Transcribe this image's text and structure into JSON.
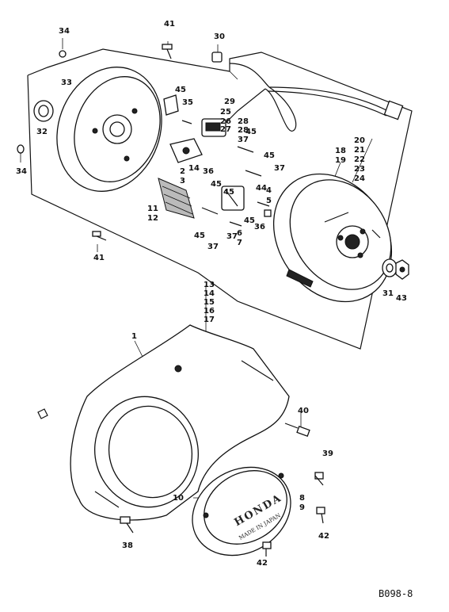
{
  "diagram_code": "B098-8",
  "brand_marking": "HONDA",
  "cover_marking": "MADE IN JAPAN",
  "callouts": [
    {
      "id": "c41a",
      "text": "41"
    },
    {
      "id": "c30",
      "text": "30"
    },
    {
      "id": "c34a",
      "text": "34"
    },
    {
      "id": "c33",
      "text": "33"
    },
    {
      "id": "c32",
      "text": "32"
    },
    {
      "id": "c34b",
      "text": "34"
    },
    {
      "id": "c45a",
      "text": "45"
    },
    {
      "id": "c35",
      "text": "35"
    },
    {
      "id": "c25",
      "text": "25"
    },
    {
      "id": "c26",
      "text": "26"
    },
    {
      "id": "c27",
      "text": "27"
    },
    {
      "id": "c28",
      "text": "28"
    },
    {
      "id": "c29",
      "text": "29"
    },
    {
      "id": "c28b",
      "text": "28"
    },
    {
      "id": "c45b",
      "text": "45"
    },
    {
      "id": "c37a",
      "text": "37"
    },
    {
      "id": "c45c",
      "text": "45"
    },
    {
      "id": "c37b",
      "text": "37"
    },
    {
      "id": "c2",
      "text": "2"
    },
    {
      "id": "c14",
      "text": "14"
    },
    {
      "id": "c3",
      "text": "3"
    },
    {
      "id": "c36a",
      "text": "36"
    },
    {
      "id": "c45d",
      "text": "45"
    },
    {
      "id": "c44",
      "text": "44"
    },
    {
      "id": "c4",
      "text": "4"
    },
    {
      "id": "c5",
      "text": "5"
    },
    {
      "id": "c11",
      "text": "11"
    },
    {
      "id": "c12",
      "text": "12"
    },
    {
      "id": "c45e",
      "text": "45"
    },
    {
      "id": "c37c",
      "text": "37"
    },
    {
      "id": "c6",
      "text": "6"
    },
    {
      "id": "c7",
      "text": "7"
    },
    {
      "id": "c45f",
      "text": "45"
    },
    {
      "id": "c36b",
      "text": "36"
    },
    {
      "id": "c45g",
      "text": "45"
    },
    {
      "id": "c37d",
      "text": "37"
    },
    {
      "id": "c18",
      "text": "18"
    },
    {
      "id": "c19",
      "text": "19"
    },
    {
      "id": "c20",
      "text": "20"
    },
    {
      "id": "c21",
      "text": "21"
    },
    {
      "id": "c22",
      "text": "22"
    },
    {
      "id": "c23",
      "text": "23"
    },
    {
      "id": "c24",
      "text": "24"
    },
    {
      "id": "c41b",
      "text": "41"
    },
    {
      "id": "c13",
      "text": "13"
    },
    {
      "id": "c14b",
      "text": "14"
    },
    {
      "id": "c15",
      "text": "15"
    },
    {
      "id": "c16",
      "text": "16"
    },
    {
      "id": "c17",
      "text": "17"
    },
    {
      "id": "c31",
      "text": "31"
    },
    {
      "id": "c43",
      "text": "43"
    },
    {
      "id": "c1",
      "text": "1"
    },
    {
      "id": "c40",
      "text": "40"
    },
    {
      "id": "c39",
      "text": "39"
    },
    {
      "id": "c10",
      "text": "10"
    },
    {
      "id": "c8",
      "text": "8"
    },
    {
      "id": "c9",
      "text": "9"
    },
    {
      "id": "c42a",
      "text": "42"
    },
    {
      "id": "c38",
      "text": "38"
    },
    {
      "id": "c42b",
      "text": "42"
    }
  ]
}
